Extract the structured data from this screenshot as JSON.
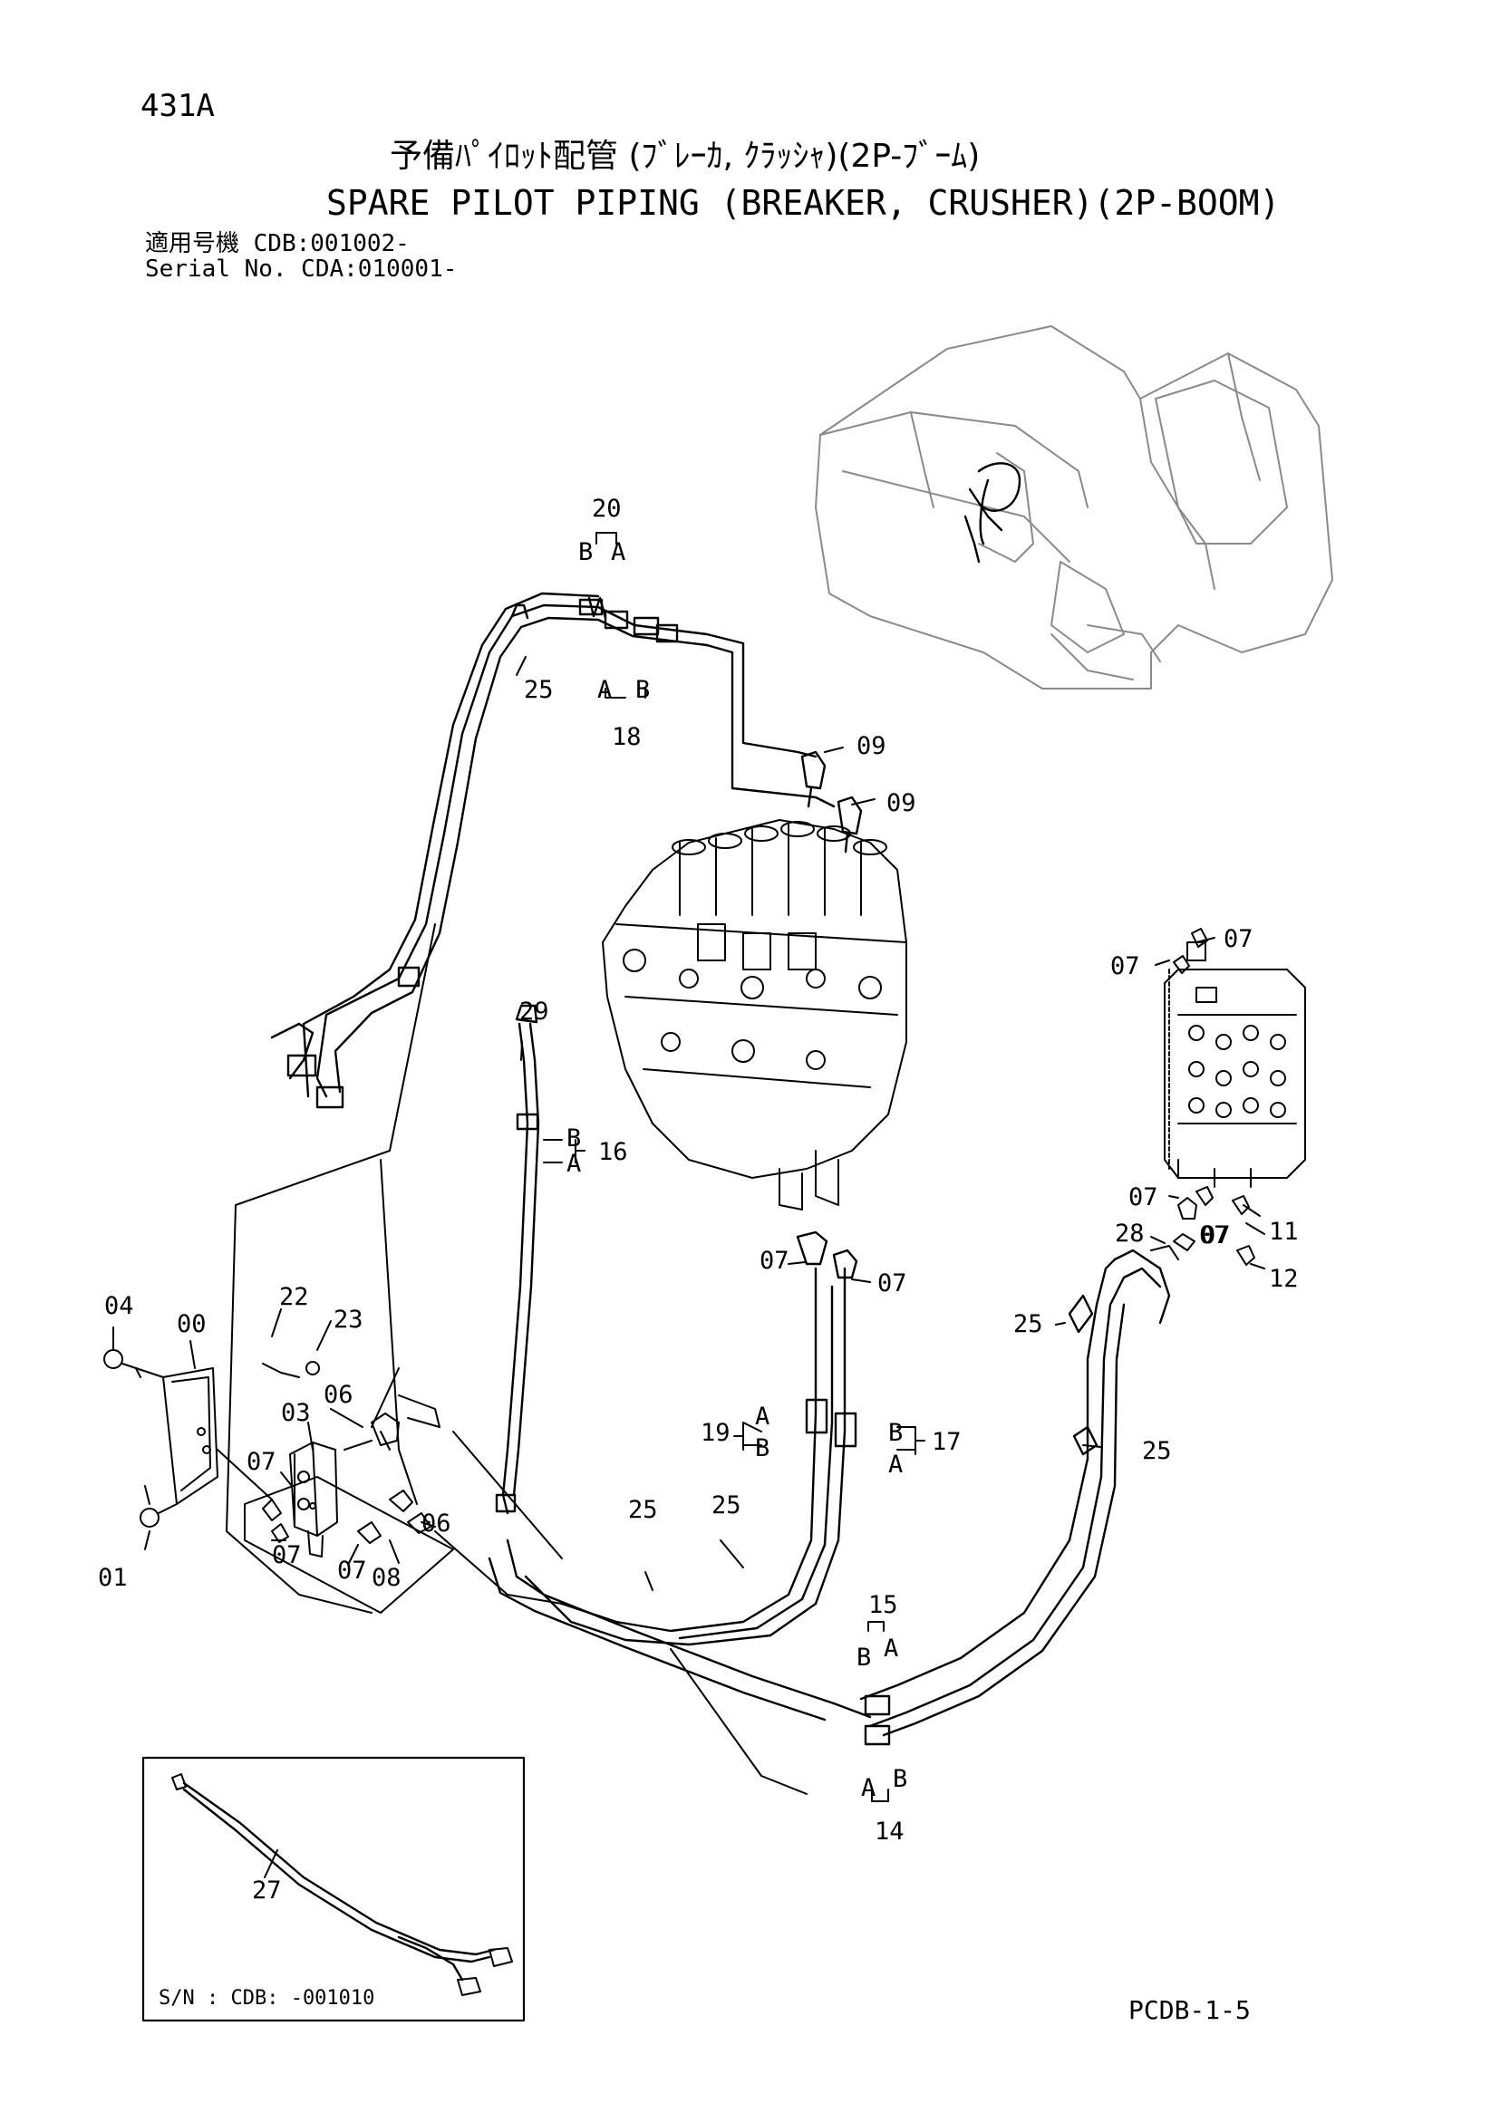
{
  "header": {
    "page_number": "431A",
    "title_jp": "予備ﾊﾟｲﾛｯﾄ配管 (ﾌﾞﾚｰｶ, ｸﾗｯｼｬ)(2P-ﾌﾞｰﾑ)",
    "title_en": "SPARE PILOT PIPING (BREAKER, CRUSHER)(2P-BOOM)",
    "serial_line1": "適用号機  CDB:001002-",
    "serial_line2": "Serial No. CDA:010001-"
  },
  "footer": {
    "code": "PCDB-1-5"
  },
  "inset": {
    "caption": "S/N : CDB: -001010"
  },
  "callouts": [
    {
      "id": "c20",
      "text": "20"
    },
    {
      "id": "c20b",
      "text": "B"
    },
    {
      "id": "c20a",
      "text": "A"
    },
    {
      "id": "c25a",
      "text": "25"
    },
    {
      "id": "c18a",
      "text": "A"
    },
    {
      "id": "c18b",
      "text": "B"
    },
    {
      "id": "c18",
      "text": "18"
    },
    {
      "id": "c09a",
      "text": "09"
    },
    {
      "id": "c09b",
      "text": "09"
    },
    {
      "id": "c07a",
      "text": "07"
    },
    {
      "id": "c07b",
      "text": "07"
    },
    {
      "id": "c29",
      "text": "29"
    },
    {
      "id": "c16b",
      "text": "B"
    },
    {
      "id": "c16a",
      "text": "A"
    },
    {
      "id": "c16",
      "text": "16"
    },
    {
      "id": "c07c",
      "text": "07"
    },
    {
      "id": "c07d",
      "text": "07"
    },
    {
      "id": "c11",
      "text": "11"
    },
    {
      "id": "c28",
      "text": "28"
    },
    {
      "id": "c07e",
      "text": "07"
    },
    {
      "id": "c12",
      "text": "12"
    },
    {
      "id": "c07f",
      "text": "07"
    },
    {
      "id": "c07g",
      "text": "07"
    },
    {
      "id": "c25b",
      "text": "25"
    },
    {
      "id": "c04",
      "text": "04"
    },
    {
      "id": "c00",
      "text": "00"
    },
    {
      "id": "c22",
      "text": "22"
    },
    {
      "id": "c23",
      "text": "23"
    },
    {
      "id": "c06a",
      "text": "06"
    },
    {
      "id": "c03",
      "text": "03"
    },
    {
      "id": "c07h",
      "text": "07"
    },
    {
      "id": "c06b",
      "text": "06"
    },
    {
      "id": "c07i",
      "text": "07"
    },
    {
      "id": "c07j",
      "text": "07"
    },
    {
      "id": "c08",
      "text": "08"
    },
    {
      "id": "c01",
      "text": "01"
    },
    {
      "id": "c19",
      "text": "19"
    },
    {
      "id": "c19a",
      "text": "A"
    },
    {
      "id": "c19b",
      "text": "B"
    },
    {
      "id": "c17b",
      "text": "B"
    },
    {
      "id": "c17a",
      "text": "A"
    },
    {
      "id": "c17",
      "text": "17"
    },
    {
      "id": "c25c",
      "text": "25"
    },
    {
      "id": "c25d",
      "text": "25"
    },
    {
      "id": "c25e",
      "text": "25"
    },
    {
      "id": "c15",
      "text": "15"
    },
    {
      "id": "c15b",
      "text": "B"
    },
    {
      "id": "c15a",
      "text": "A"
    },
    {
      "id": "c14a",
      "text": "A"
    },
    {
      "id": "c14b",
      "text": "B"
    },
    {
      "id": "c14",
      "text": "14"
    },
    {
      "id": "c27",
      "text": "27"
    }
  ]
}
